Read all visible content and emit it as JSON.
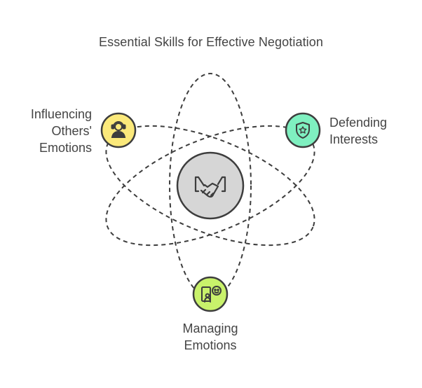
{
  "title": "Essential Skills for Effective Negotiation",
  "center": {
    "icon": "handshake-icon"
  },
  "nodes": [
    {
      "id": "influencing",
      "lines": [
        "Influencing",
        "Others'",
        "Emotions"
      ],
      "icon": "person-headset-icon",
      "color": "#fbe97b"
    },
    {
      "id": "defending",
      "lines": [
        "Defending",
        "Interests"
      ],
      "icon": "shield-star-icon",
      "color": "#7ff0c0"
    },
    {
      "id": "managing",
      "lines": [
        "Managing",
        "Emotions"
      ],
      "icon": "emotion-face-icon",
      "color": "#c9f26b"
    }
  ],
  "colors": {
    "center_fill": "#d6d6d6",
    "stroke": "#3d3d3d"
  }
}
